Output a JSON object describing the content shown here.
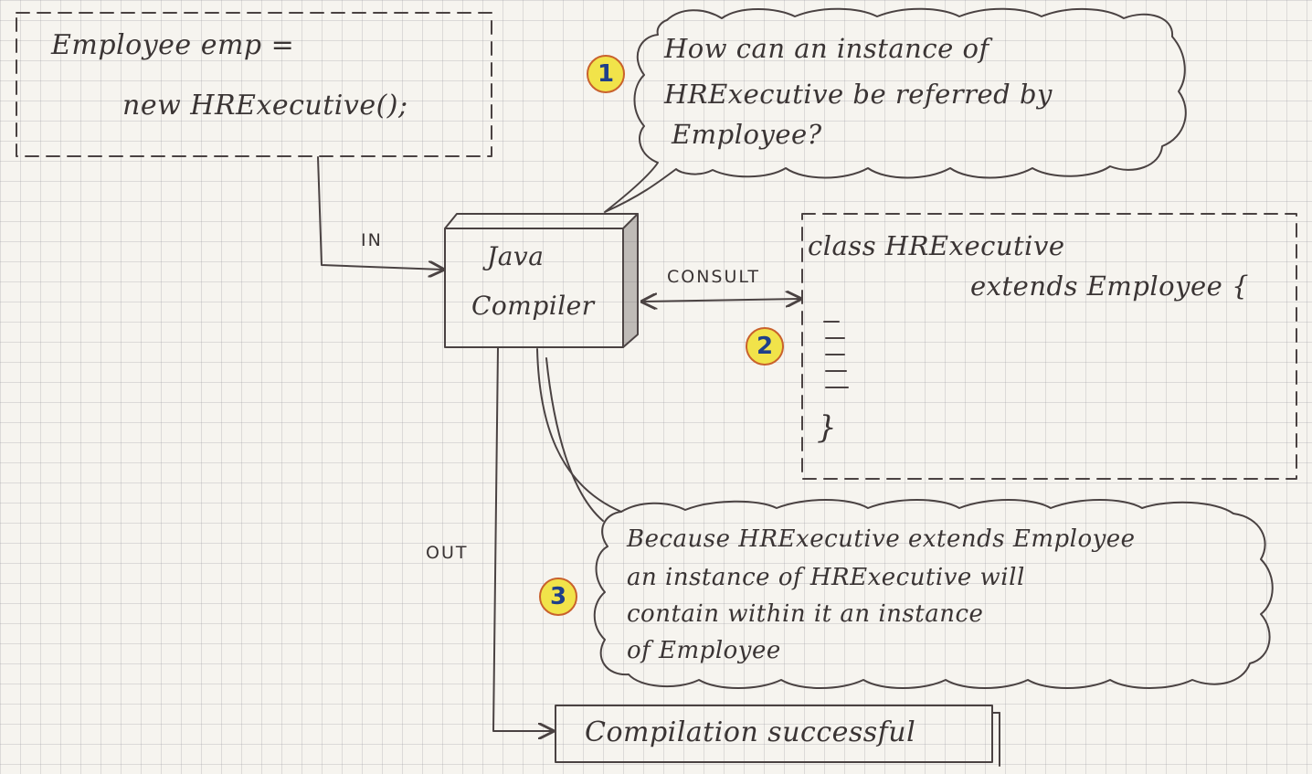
{
  "colors": {
    "ink": "#4a4242",
    "badge_fill": "#f1e34a",
    "badge_border": "#c9612c",
    "badge_number": "#1f3f8a"
  },
  "code_box": {
    "line1": "Employee emp =",
    "line2": "new HRExecutive();"
  },
  "compiler": {
    "line1": "Java",
    "line2": "Compiler"
  },
  "edges": {
    "in": "IN",
    "consult": "CONSULT",
    "out": "OUT"
  },
  "question_bubble": {
    "badge": "1",
    "line1": "How can an instance of",
    "line2": "HRExecutive be referred by",
    "line3": "Employee?"
  },
  "class_box": {
    "badge": "2",
    "line1": "class HRExecutive",
    "line2": "extends Employee {",
    "close": "}"
  },
  "answer_bubble": {
    "badge": "3",
    "line1": "Because HRExecutive extends Employee",
    "line2": "an instance of HRExecutive will",
    "line3": "contain within it an instance",
    "line4": "of Employee"
  },
  "result": {
    "text": "Compilation successful"
  }
}
